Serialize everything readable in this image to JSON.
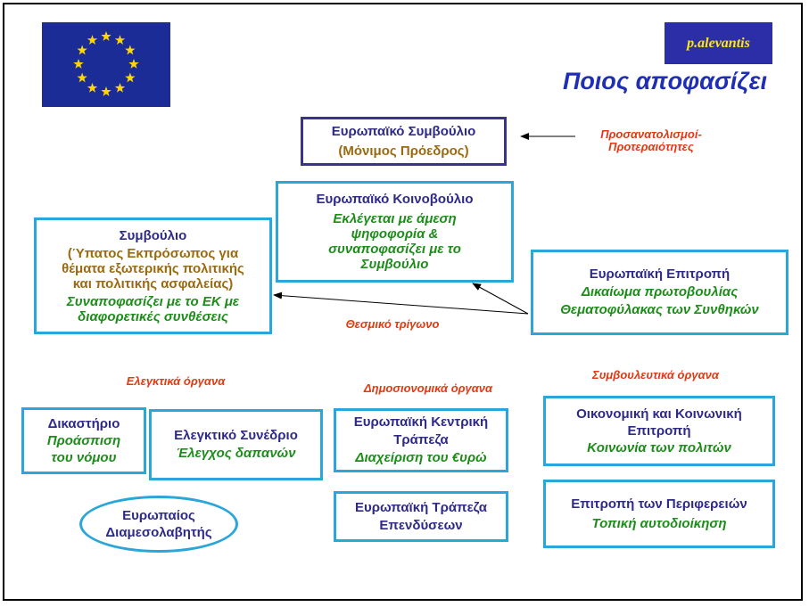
{
  "title": "Ποιος αποφασίζει",
  "logo_text": "p.alevantis",
  "flag": {
    "icon": "eu-flag-icon",
    "stars": 12,
    "color": "#1b2c96",
    "star_color": "#ffd700"
  },
  "european_council": {
    "name": "Ευρωπαϊκό Συμβούλιο",
    "president": "(Μόνιμος Πρόεδρος)"
  },
  "orientation_label_line1": "Προσανατολισμοί-",
  "orientation_label_line2": "Προτεραιότητες",
  "parliament": {
    "name": "Ευρωπαϊκό Κοινοβούλιο",
    "desc1": "Εκλέγεται με άμεση",
    "desc2": "ψηφοφορία &",
    "desc3": "συναποφασίζει με το",
    "desc4": "Συμβούλιο"
  },
  "council": {
    "name": "Συμβούλιο",
    "note1": "(Ύπατος Εκπρόσωπος για",
    "note2": "θέματα εξωτερικής πολιτικής",
    "note3": "και πολιτικής ασφαλείας)",
    "desc1": "Συναποφασίζει με το ΕΚ με",
    "desc2": "διαφορετικές συνθέσεις"
  },
  "commission": {
    "name": "Ευρωπαϊκή Επιτροπή",
    "desc1": "Δικαίωμα πρωτοβουλίας",
    "desc2": "Θεματοφύλακας των Συνθηκών"
  },
  "triangle_label": "Θεσμικό τρίγωνο",
  "control_label": "Ελεγκτικά όργανα",
  "budget_label": "Δημοσιονομικά όργανα",
  "advisory_label": "Συμβουλευτικά όργανα",
  "court": {
    "name": "Δικαστήριο",
    "desc1": "Προάσπιση",
    "desc2": "του νόμου"
  },
  "auditors": {
    "name": "Ελεγκτικό Συνέδριο",
    "desc": "Έλεγχος δαπανών"
  },
  "ombudsman": {
    "line1": "Ευρωπαίος",
    "line2": "Διαμεσολαβητής"
  },
  "ecb": {
    "line1": "Ευρωπαϊκή Κεντρική",
    "line2": "Τράπεζα",
    "desc": "Διαχείριση του €υρώ"
  },
  "eib": {
    "line1": "Ευρωπαϊκή Τράπεζα",
    "line2": "Επενδύσεων"
  },
  "esc": {
    "line1": "Οικονομική και Κοινωνική",
    "line2": "Επιτροπή",
    "desc": "Κοινωνία των πολιτών"
  },
  "cor": {
    "name": "Επιτροπή των Περιφερειών",
    "desc": "Τοπική αυτοδιοίκηση"
  }
}
